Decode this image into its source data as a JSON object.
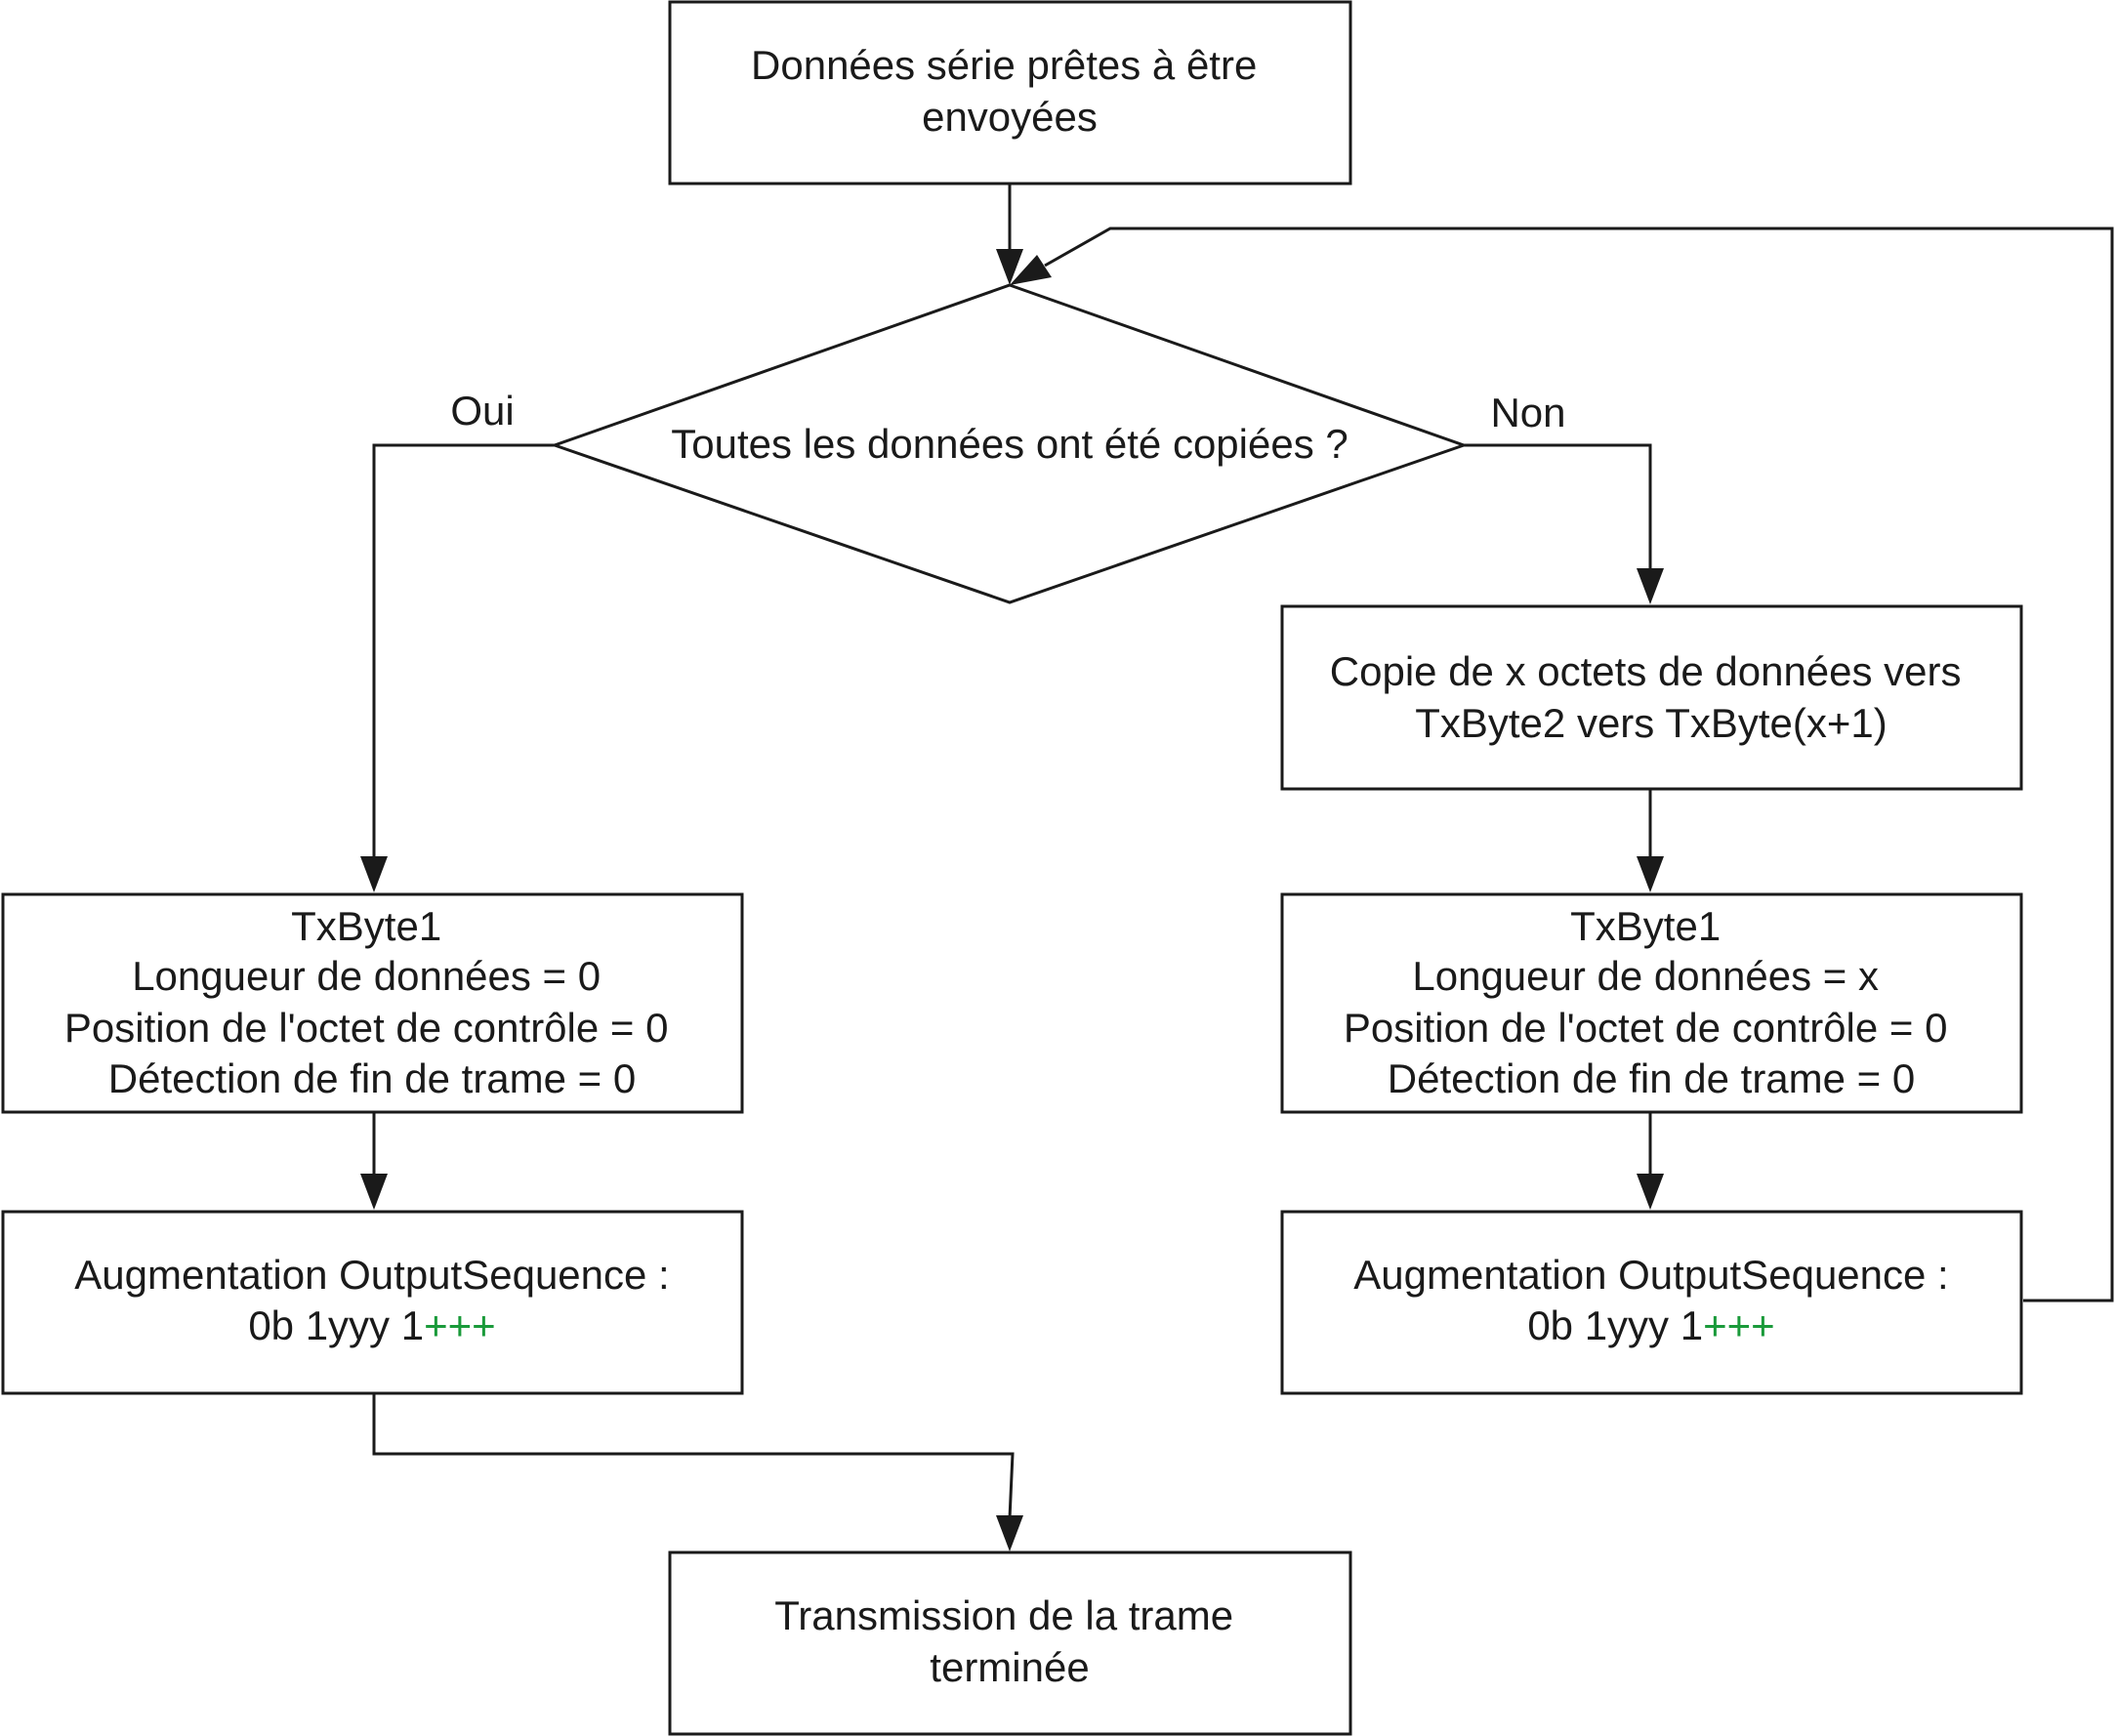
{
  "nodes": {
    "start": {
      "lines": [
        "Données série prêtes à être",
        "envoyées"
      ]
    },
    "decision": {
      "text": "Toutes les données ont été copiées ?"
    },
    "copy": {
      "lines": [
        "Copie de x octets de données vers",
        "TxByte2 vers TxByte(x+1)"
      ]
    },
    "txbyte_left": {
      "lines": [
        "TxByte1",
        "Longueur de données = 0",
        "Position de l'octet de contrôle = 0",
        "Détection de fin de trame = 0"
      ]
    },
    "txbyte_right": {
      "lines": [
        "TxByte1",
        "Longueur de données = x",
        "Position de l'octet de contrôle = 0",
        "Détection de fin de trame = 0"
      ]
    },
    "seq_left": {
      "line1": "Augmentation OutputSequence :",
      "line2_prefix": "0b 1yyy 1",
      "line2_accent": "+++"
    },
    "seq_right": {
      "line1": "Augmentation OutputSequence :",
      "line2_prefix": "0b 1yyy 1",
      "line2_accent": "+++"
    },
    "end": {
      "lines": [
        "Transmission de la trame",
        "terminée"
      ]
    }
  },
  "edges": {
    "yes_label": "Oui",
    "no_label": "Non"
  },
  "colors": {
    "stroke": "#1a1a1a",
    "accent": "#1a9a3a",
    "background": "#ffffff"
  }
}
